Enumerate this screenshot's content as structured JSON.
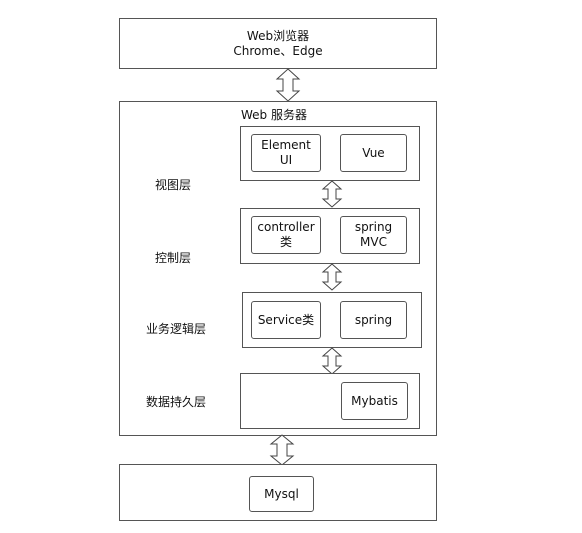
{
  "browser": {
    "line1": "Web浏览器",
    "line2": "Chrome、Edge"
  },
  "server": {
    "title": "Web 服务器",
    "layers": {
      "view": {
        "label": "视图层",
        "items": [
          {
            "lines": [
              "Element",
              "UI"
            ]
          },
          {
            "lines": [
              "Vue"
            ]
          }
        ]
      },
      "control": {
        "label": "控制层",
        "items": [
          {
            "lines": [
              "controller",
              "类"
            ]
          },
          {
            "lines": [
              "spring",
              "MVC"
            ]
          }
        ]
      },
      "logic": {
        "label": "业务逻辑层",
        "items": [
          {
            "lines": [
              "Service类"
            ]
          },
          {
            "lines": [
              "spring"
            ]
          }
        ]
      },
      "data": {
        "label": "数据持久层",
        "items": [
          {
            "lines": [
              "Mybatis"
            ]
          }
        ]
      }
    }
  },
  "database": {
    "label": "Mysql"
  }
}
